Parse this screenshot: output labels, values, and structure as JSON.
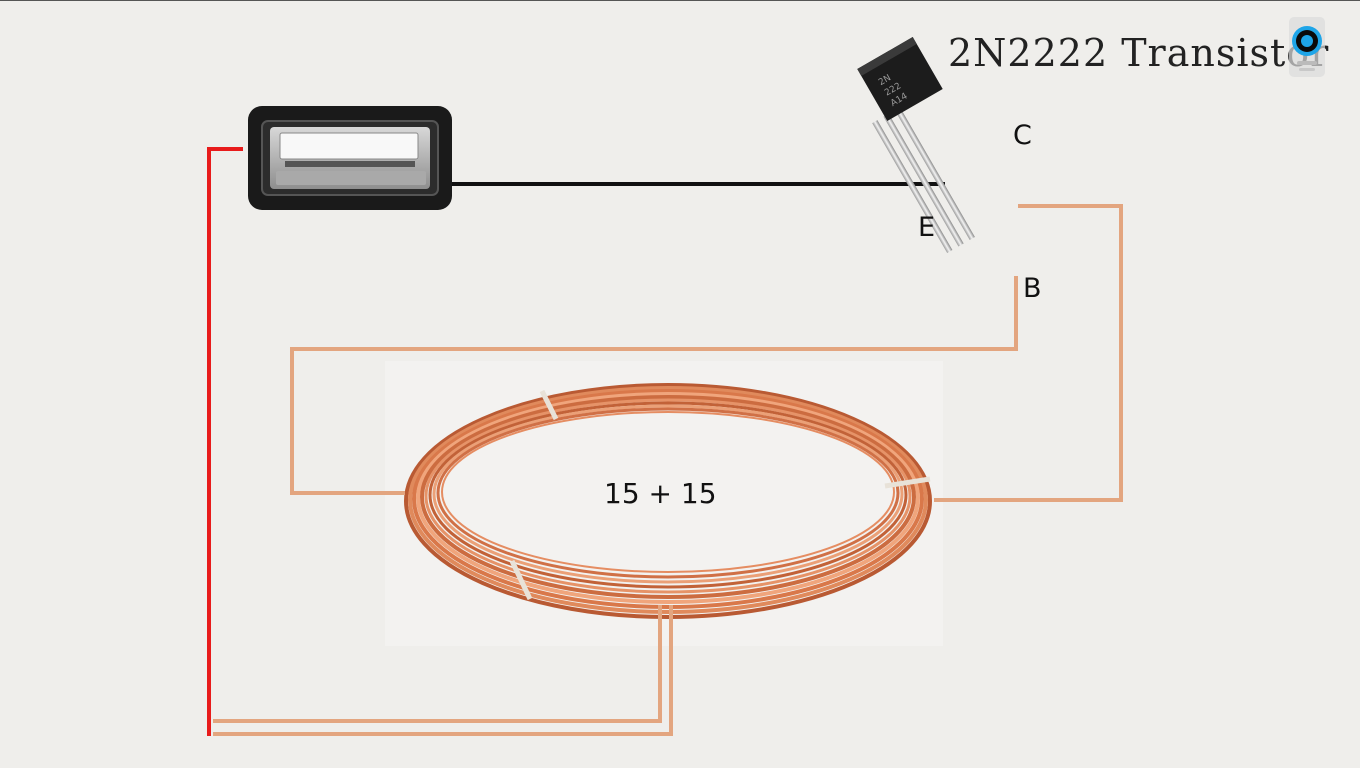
{
  "title": "2N2222 Transistor",
  "pins": {
    "collector": "C",
    "emitter": "E",
    "base": "B"
  },
  "coil_label": "15 + 15",
  "transistor_marking": [
    "2N",
    "222",
    "A14"
  ],
  "colors": {
    "background": "#efeeeb",
    "wire_positive": "#e81b1b",
    "wire_ground": "#111111",
    "wire_copper": "#e3a57f",
    "coil_copper": "#d9784a",
    "usb_body": "#1a1a1a",
    "logo_blue": "#1ea5e8"
  },
  "icons": {
    "logo": "badge-logo-icon"
  }
}
